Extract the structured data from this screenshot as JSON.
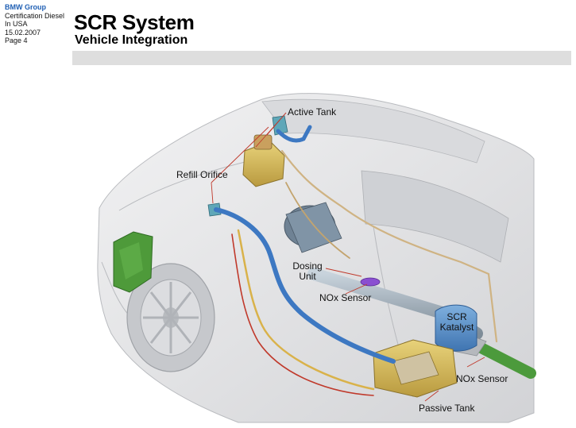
{
  "header": {
    "org": "BMW Group",
    "doc_line1": "Certification Diesel",
    "doc_line2": "In USA",
    "date": "15.02.2007",
    "page": "Page 4",
    "title": "SCR System",
    "subtitle": "Vehicle Integration"
  },
  "labels": {
    "active_tank": "Active Tank",
    "refill_orifice": "Refill Orifice",
    "dosing_unit_1": "Dosing",
    "dosing_unit_2": "Unit",
    "nox_sensor_upper": "NOx Sensor",
    "scr_katalyst_1": "SCR",
    "scr_katalyst_2": "Katalyst",
    "nox_sensor_lower": "NOx Sensor",
    "passive_tank": "Passive Tank"
  },
  "colors": {
    "blue_line": "#3d78c2",
    "tank_yellow": "#d9c060",
    "ecu_green": "#4e9a3a",
    "exhaust_green": "#4c9a3c",
    "leader_red": "#c0392b",
    "car_body": "#e3e4e6"
  }
}
